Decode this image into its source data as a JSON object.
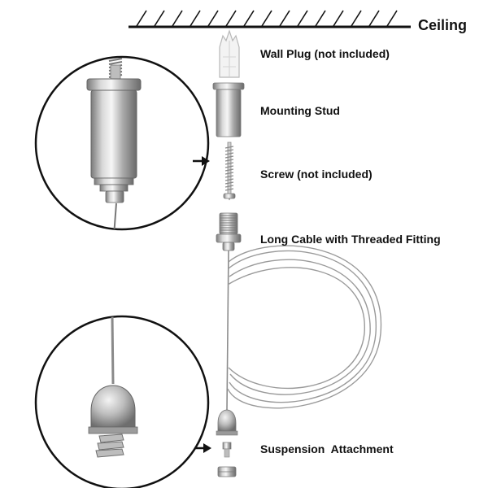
{
  "ceiling": {
    "label": "Ceiling"
  },
  "parts": [
    {
      "id": "wall-plug",
      "label": "Wall Plug (not included)"
    },
    {
      "id": "mounting-stud",
      "label": "Mounting Stud"
    },
    {
      "id": "screw",
      "label": "Screw (not included)"
    },
    {
      "id": "long-cable",
      "label": "Long Cable with Threaded Fitting"
    },
    {
      "id": "suspension-attachment",
      "label": "Suspension  Attachment"
    }
  ],
  "colors": {
    "metal_light": "#e8e8e8",
    "metal_mid": "#b5b5b5",
    "metal_dark": "#6f6f6f",
    "plug_white": "#f3f3f3",
    "line": "#111111"
  }
}
